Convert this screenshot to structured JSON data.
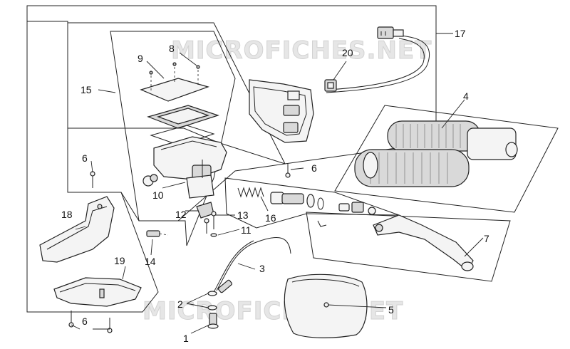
{
  "watermark": {
    "text": "MICROFICHES.NET"
  },
  "callouts": {
    "c1": "1",
    "c2": "2",
    "c3": "3",
    "c4": "4",
    "c5": "5",
    "c6a": "6",
    "c6b": "6",
    "c6c": "6",
    "c7": "7",
    "c8": "8",
    "c9": "9",
    "c10": "10",
    "c11": "11",
    "c12": "12",
    "c13": "13",
    "c14": "14",
    "c15": "15",
    "c16": "16",
    "c17": "17",
    "c18": "18",
    "c19": "19",
    "c20": "20"
  }
}
